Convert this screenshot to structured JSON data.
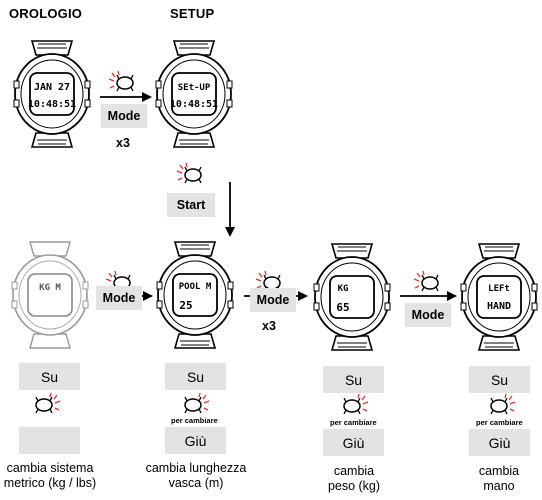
{
  "headings": {
    "clock": "OROLOGIO",
    "setup": "SETUP"
  },
  "displays": {
    "clock": {
      "line1": "JAN 27",
      "line2": "10:48:51"
    },
    "setup": {
      "line1": "SEt-UP",
      "line2": "10:48:51"
    },
    "metric": {
      "line1": "KG M",
      "line2": ""
    },
    "pool": {
      "line1": "POOL M",
      "line2": "25"
    },
    "weight": {
      "line1": "KG",
      "line2": "65"
    },
    "hand": {
      "line1": "LEFt",
      "line2": "HAND"
    }
  },
  "buttons": {
    "mode_top": "Mode",
    "start": "Start",
    "mode_1": "Mode",
    "mode_2": "Mode",
    "mode_3": "Mode"
  },
  "repeat": {
    "top": "x3",
    "middle": "x3"
  },
  "columns": [
    {
      "up": "Su",
      "hint": "",
      "down": "",
      "caption": "cambia sistema metrico (kg / lbs)"
    },
    {
      "up": "Su",
      "hint": "per cambiare",
      "down": "Giù",
      "caption": "cambia lunghezza vasca (m)"
    },
    {
      "up": "Su",
      "hint": "per cambiare",
      "down": "Giù",
      "caption": "cambia peso (kg)"
    },
    {
      "up": "Su",
      "hint": "per cambiare",
      "down": "Giù",
      "caption": "cambia mano"
    }
  ],
  "colors": {
    "box": "#e3e3e3",
    "button_glow": "#e8312a",
    "line": "#000000"
  }
}
